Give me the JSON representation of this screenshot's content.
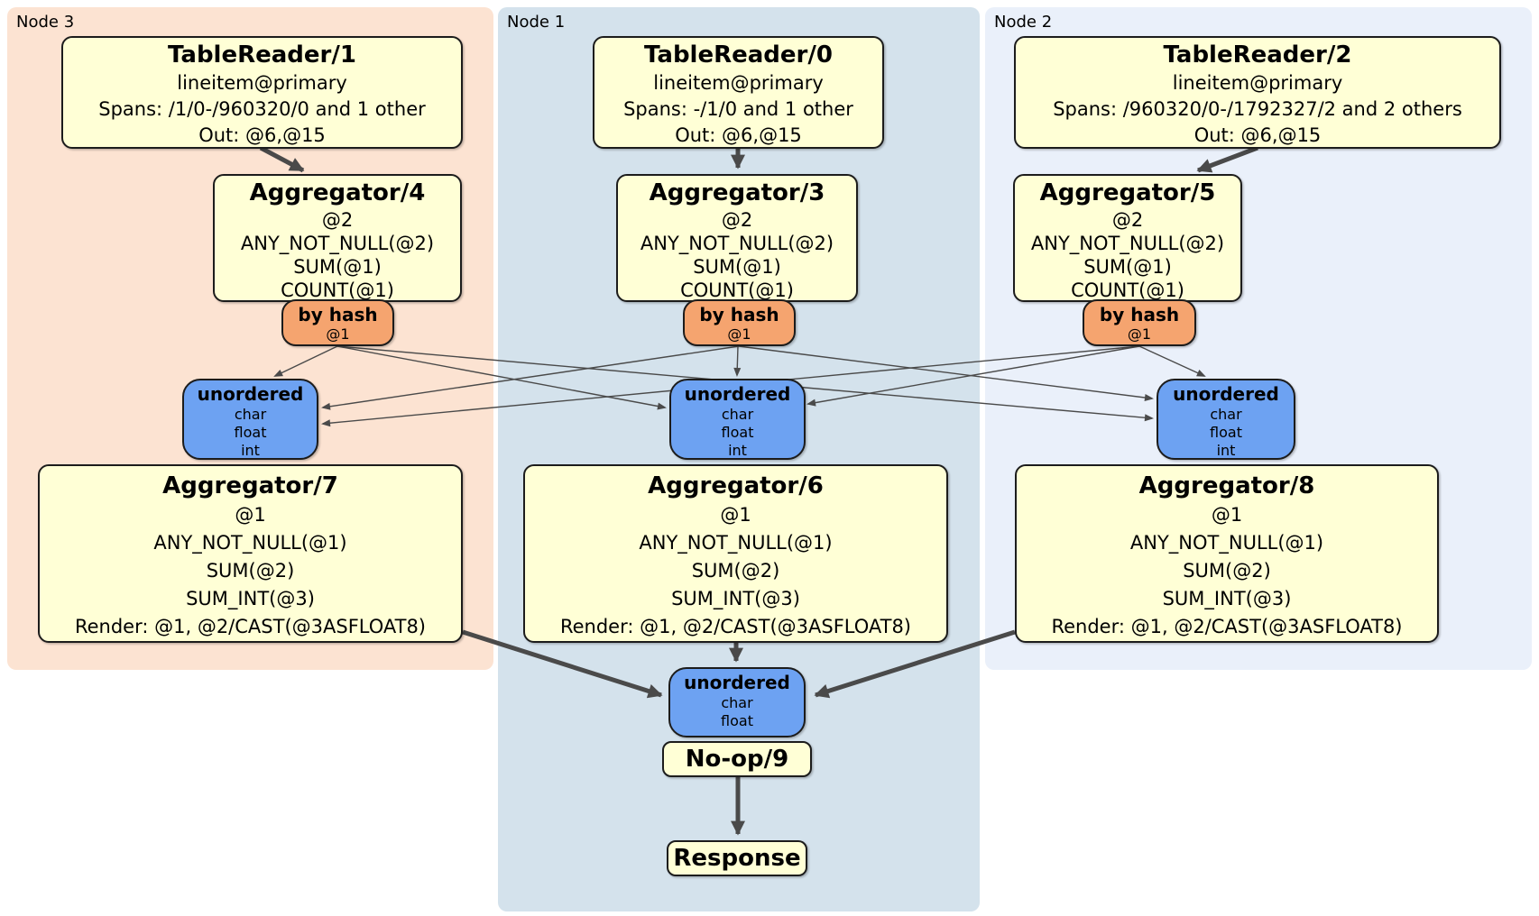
{
  "regions": {
    "node3": {
      "label": "Node 3"
    },
    "node1": {
      "label": "Node 1"
    },
    "node2": {
      "label": "Node 2"
    }
  },
  "operators": {
    "tr1": {
      "title": "TableReader/1",
      "lines": [
        "lineitem@primary",
        "Spans: /1/0-/960320/0 and 1 other",
        "Out: @6,@15"
      ]
    },
    "tr0": {
      "title": "TableReader/0",
      "lines": [
        "lineitem@primary",
        "Spans: -/1/0 and 1 other",
        "Out: @6,@15"
      ]
    },
    "tr2": {
      "title": "TableReader/2",
      "lines": [
        "lineitem@primary",
        "Spans: /960320/0-/1792327/2 and 2 others",
        "Out: @6,@15"
      ]
    },
    "agg4": {
      "title": "Aggregator/4",
      "lines": [
        "@2",
        "ANY_NOT_NULL(@2)",
        "SUM(@1)",
        "COUNT(@1)"
      ]
    },
    "agg3": {
      "title": "Aggregator/3",
      "lines": [
        "@2",
        "ANY_NOT_NULL(@2)",
        "SUM(@1)",
        "COUNT(@1)"
      ]
    },
    "agg5": {
      "title": "Aggregator/5",
      "lines": [
        "@2",
        "ANY_NOT_NULL(@2)",
        "SUM(@1)",
        "COUNT(@1)"
      ]
    },
    "agg7": {
      "title": "Aggregator/7",
      "lines": [
        "@1",
        "ANY_NOT_NULL(@1)",
        "SUM(@2)",
        "SUM_INT(@3)",
        "Render: @1, @2/CAST(@3ASFLOAT8)"
      ]
    },
    "agg6": {
      "title": "Aggregator/6",
      "lines": [
        "@1",
        "ANY_NOT_NULL(@1)",
        "SUM(@2)",
        "SUM_INT(@3)",
        "Render: @1, @2/CAST(@3ASFLOAT8)"
      ]
    },
    "agg8": {
      "title": "Aggregator/8",
      "lines": [
        "@1",
        "ANY_NOT_NULL(@1)",
        "SUM(@2)",
        "SUM_INT(@3)",
        "Render: @1, @2/CAST(@3ASFLOAT8)"
      ]
    },
    "noop": {
      "title": "No-op/9"
    },
    "response": {
      "title": "Response"
    }
  },
  "routers": {
    "bh1": {
      "title": "by hash",
      "detail": "@1"
    },
    "bh2": {
      "title": "by hash",
      "detail": "@1"
    },
    "bh3": {
      "title": "by hash",
      "detail": "@1"
    }
  },
  "syncs": {
    "u1": {
      "title": "unordered",
      "lines": [
        "char",
        "float",
        "int"
      ]
    },
    "u2": {
      "title": "unordered",
      "lines": [
        "char",
        "float",
        "int"
      ]
    },
    "u3": {
      "title": "unordered",
      "lines": [
        "char",
        "float",
        "int"
      ]
    },
    "ufinal": {
      "title": "unordered",
      "lines": [
        "char",
        "float"
      ]
    }
  },
  "colors": {
    "node3_bg": "#fce3d2",
    "node1_bg": "#d4e2ec",
    "node2_bg": "#eaf0fa",
    "operator_fill": "#ffffd6",
    "router_fill": "#f5a46f",
    "sync_fill": "#6da2f2",
    "edge": "#4a4a4a",
    "border": "#1c1c1c"
  }
}
